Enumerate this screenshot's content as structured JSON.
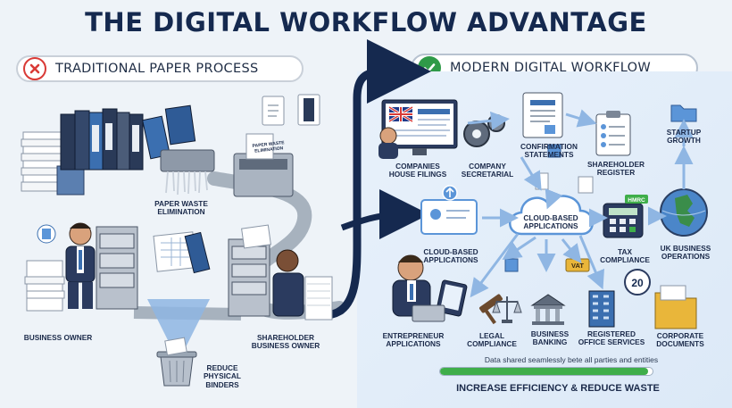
{
  "title": "THE DIGITAL WORKFLOW ADVANTAGE",
  "left_panel": {
    "label": "TRADITIONAL PAPER PROCESS",
    "icon": "x-icon"
  },
  "right_panel": {
    "label": "MODERN DIGITAL WORKFLOW",
    "icon": "check-icon"
  },
  "left_labels": {
    "paper_waste": "PAPER WASTE\nELIMINATION",
    "business_owner": "BUSINESS OWNER",
    "reduce_binders": "REDUCE\nPHYSICAL\nBINDERS",
    "shareholder_owner": "SHAREHOLDER\nBUSINESS OWNER"
  },
  "right_labels": {
    "companies_house": "COMPANIES\nHOUSE FILINGS",
    "company_secretarial": "COMPANY\nSECRETARIAL",
    "confirmation_statements": "CONFIRMATION\nSTATEMENTS",
    "shareholder_register": "SHAREHOLDER\nREGISTER",
    "startup_growth": "STARTUP\nGROWTH",
    "cloud_apps_left": "CLOUD-BASED\nAPPLICATIONS",
    "cloud_apps_center": "CLOUD-BASED\nAPPLICATIONS",
    "tax_compliance": "TAX\nCOMPLIANCE",
    "uk_operations": "UK BUSINESS\nOPERATIONS",
    "entrepreneur": "ENTREPRENEUR\nAPPLICATIONS",
    "legal_compliance": "LEGAL\nCOMPLIANCE",
    "business_banking": "BUSINESS\nBANKING",
    "registered_office": "REGISTERED\nOFFICE SERVICES",
    "corporate_documents": "CORPORATE\nDOCUMENTS"
  },
  "small_text": {
    "shredder_paper": "PAPER WASTE\nELIMINATION",
    "vat": "VAT",
    "hmrc": "HMRC",
    "calendar_day": "20"
  },
  "note": "Data shared seamlessly bete all parties and entities",
  "progress": {
    "fraction": 0.98
  },
  "footer": "INCREASE EFFICIENCY & REDUCE WASTE",
  "colors": {
    "navy": "#15294f",
    "accent_blue": "#5b95d8",
    "green": "#3fae4a",
    "red": "#d93a36",
    "arrow_light": "#a9c7ea"
  }
}
